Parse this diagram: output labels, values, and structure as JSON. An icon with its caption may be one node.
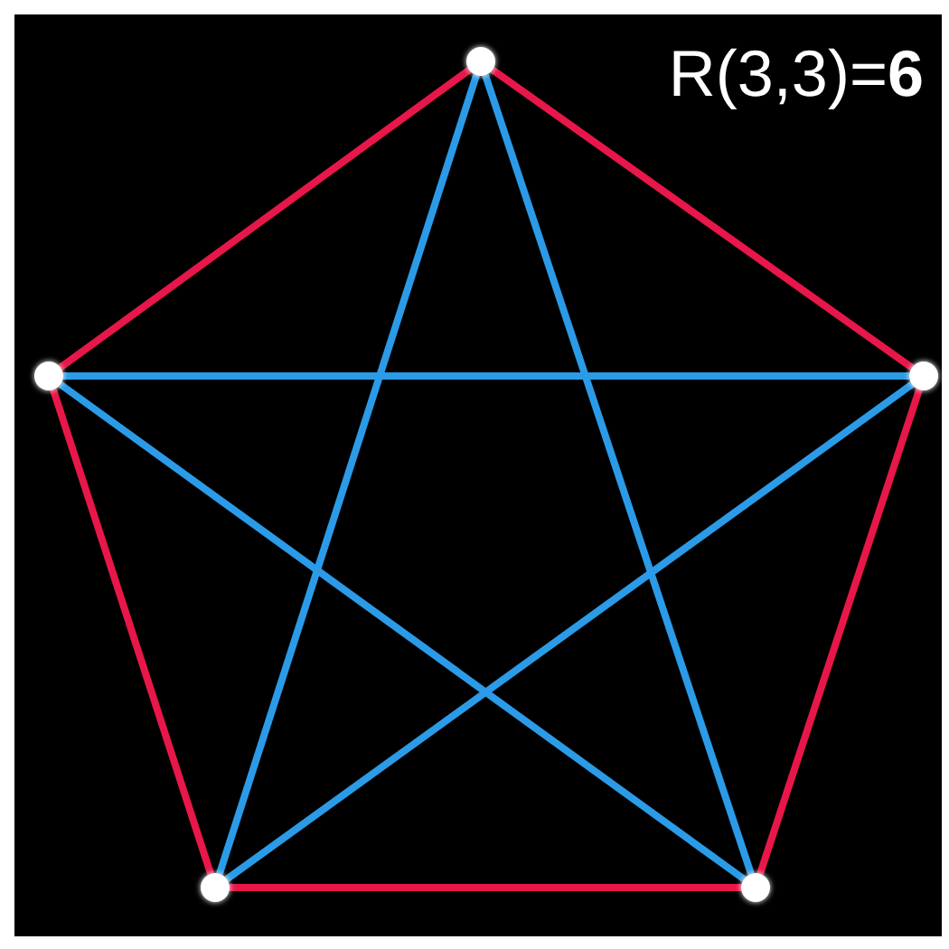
{
  "diagram": {
    "nodes": [
      {
        "text": [],
        "shape": "circle"
      },
      {
        "text": [],
        "shape": "circle"
      },
      {
        "text": [],
        "shape": "circle"
      },
      {
        "text": [],
        "shape": "circle"
      },
      {
        "text": [],
        "shape": "circle"
      }
    ],
    "edges": [
      {
        "from": 0,
        "to": 1,
        "arrow": "none",
        "color": "#e8174a"
      },
      {
        "from": 0,
        "to": 2,
        "arrow": "none",
        "color": "#e8174a"
      },
      {
        "from": 1,
        "to": 3,
        "arrow": "none",
        "color": "#e8174a"
      },
      {
        "from": 2,
        "to": 4,
        "arrow": "none",
        "color": "#e8174a"
      },
      {
        "from": 3,
        "to": 4,
        "arrow": "none",
        "color": "#e8174a"
      },
      {
        "from": 0,
        "to": 3,
        "arrow": "none",
        "color": "#2b9be8"
      },
      {
        "from": 0,
        "to": 4,
        "arrow": "none",
        "color": "#2b9be8"
      },
      {
        "from": 1,
        "to": 2,
        "arrow": "none",
        "color": "#2b9be8"
      },
      {
        "from": 1,
        "to": 4,
        "arrow": "none",
        "color": "#2b9be8"
      },
      {
        "from": 2,
        "to": 3,
        "arrow": "none",
        "color": "#2b9be8"
      }
    ],
    "labels": [
      "R(3,3)=**6**"
    ]
  }
}
